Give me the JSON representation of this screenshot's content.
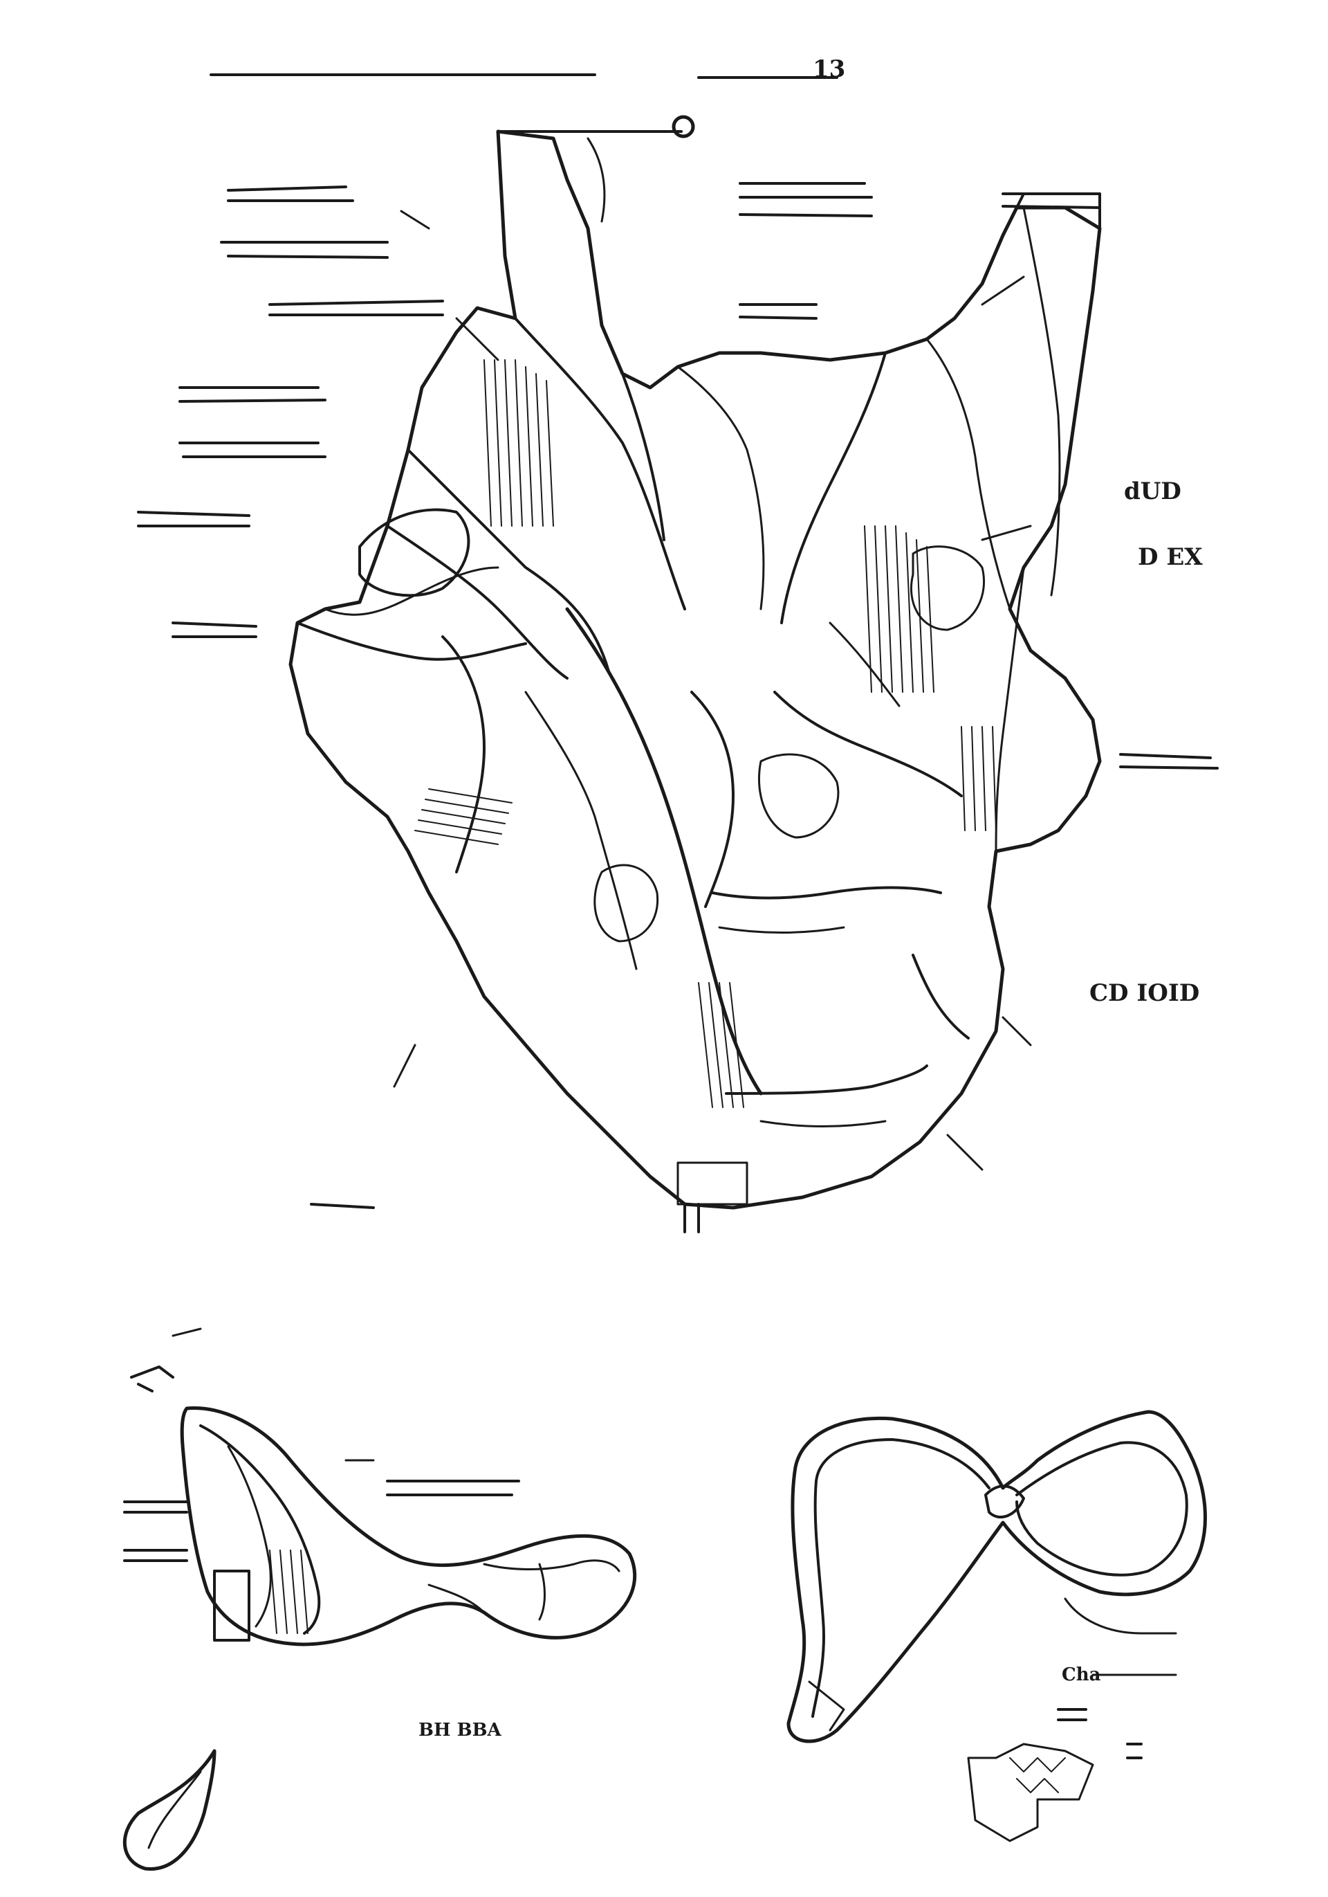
{
  "plate": {
    "background": "#ffffff",
    "ink": "#1a1a1a"
  },
  "labels": {
    "top_right_mark": "13",
    "right_label_1": "dUD",
    "right_label_2": "D EX",
    "right_label_3": "CD IOID",
    "bottom_left_caption": "BH BBA",
    "bottom_right_caption": "Cha"
  }
}
